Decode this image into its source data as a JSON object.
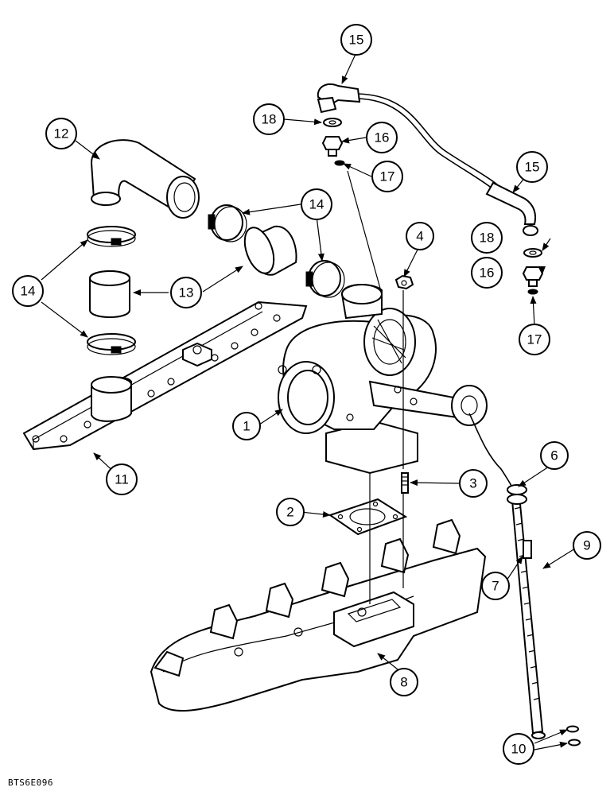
{
  "figure": {
    "code": "BTS6E096"
  },
  "callouts": [
    {
      "id": "c1",
      "label": "1"
    },
    {
      "id": "c2",
      "label": "2"
    },
    {
      "id": "c3",
      "label": "3"
    },
    {
      "id": "c4",
      "label": "4"
    },
    {
      "id": "c6",
      "label": "6"
    },
    {
      "id": "c7",
      "label": "7"
    },
    {
      "id": "c8",
      "label": "8"
    },
    {
      "id": "c9",
      "label": "9"
    },
    {
      "id": "c10",
      "label": "10"
    },
    {
      "id": "c11",
      "label": "11"
    },
    {
      "id": "c12",
      "label": "12"
    },
    {
      "id": "c13",
      "label": "13"
    },
    {
      "id": "c14a",
      "label": "14"
    },
    {
      "id": "c14b",
      "label": "14"
    },
    {
      "id": "c15a",
      "label": "15"
    },
    {
      "id": "c15b",
      "label": "15"
    },
    {
      "id": "c16a",
      "label": "16"
    },
    {
      "id": "c16b",
      "label": "16"
    },
    {
      "id": "c17a",
      "label": "17"
    },
    {
      "id": "c17b",
      "label": "17"
    },
    {
      "id": "c18a",
      "label": "18"
    },
    {
      "id": "c18b",
      "label": "18"
    }
  ]
}
